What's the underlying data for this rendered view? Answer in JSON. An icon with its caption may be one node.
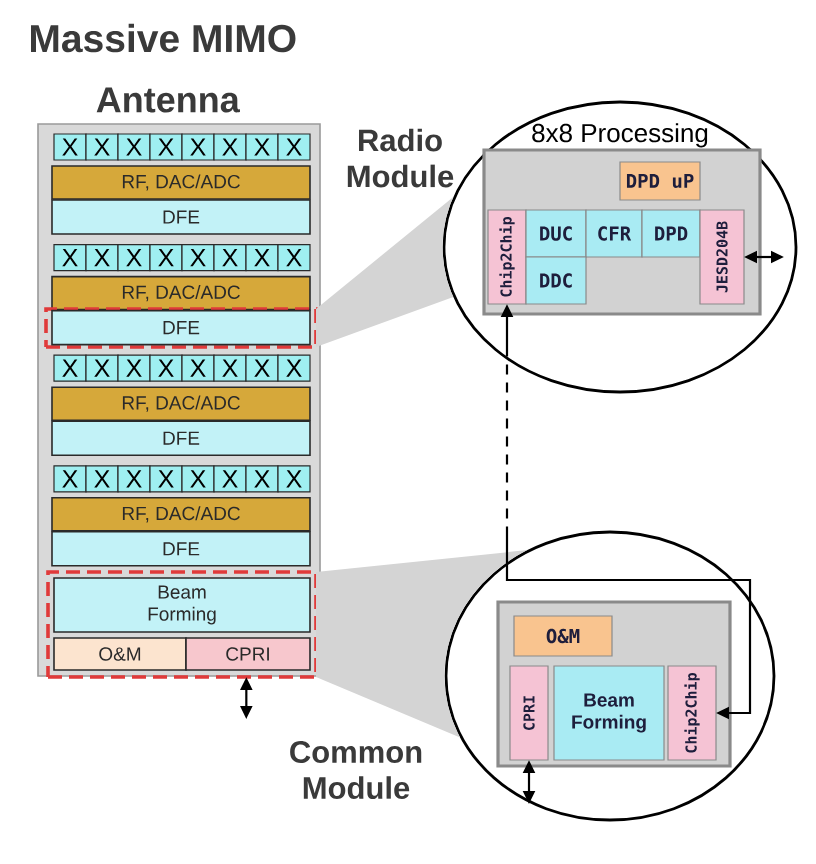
{
  "diagram": {
    "title": "Massive MIMO",
    "nodes": [
      {
        "text": [
          "Antenna"
        ]
      },
      {
        "text": [
          "X"
        ],
        "in": 0
      },
      {
        "text": [
          "X"
        ],
        "in": 0
      },
      {
        "text": [
          "X"
        ],
        "in": 0
      },
      {
        "text": [
          "X"
        ],
        "in": 0
      },
      {
        "text": [
          "X"
        ],
        "in": 0
      },
      {
        "text": [
          "X"
        ],
        "in": 0
      },
      {
        "text": [
          "X"
        ],
        "in": 0
      },
      {
        "text": [
          "X"
        ],
        "in": 0
      },
      {
        "text": [
          "RF, DAC/ADC"
        ],
        "in": 0
      },
      {
        "text": [
          "DFE"
        ],
        "in": 0
      },
      {
        "text": [
          "X"
        ],
        "in": 0
      },
      {
        "text": [
          "X"
        ],
        "in": 0
      },
      {
        "text": [
          "X"
        ],
        "in": 0
      },
      {
        "text": [
          "X"
        ],
        "in": 0
      },
      {
        "text": [
          "X"
        ],
        "in": 0
      },
      {
        "text": [
          "X"
        ],
        "in": 0
      },
      {
        "text": [
          "X"
        ],
        "in": 0
      },
      {
        "text": [
          "X"
        ],
        "in": 0
      },
      {
        "text": [
          "RF, DAC/ADC"
        ],
        "in": 0
      },
      {
        "text": [],
        "shape": "box",
        "in": 0
      },
      {
        "text": [
          "DFE"
        ],
        "in": 20
      },
      {
        "text": [
          "X"
        ],
        "in": 0
      },
      {
        "text": [
          "X"
        ],
        "in": 0
      },
      {
        "text": [
          "X"
        ],
        "in": 0
      },
      {
        "text": [
          "X"
        ],
        "in": 0
      },
      {
        "text": [
          "X"
        ],
        "in": 0
      },
      {
        "text": [
          "X"
        ],
        "in": 0
      },
      {
        "text": [
          "X"
        ],
        "in": 0
      },
      {
        "text": [
          "X"
        ],
        "in": 0
      },
      {
        "text": [
          "RF, DAC/ADC"
        ],
        "in": 0
      },
      {
        "text": [
          "DFE"
        ],
        "in": 0
      },
      {
        "text": [
          "X"
        ],
        "in": 0
      },
      {
        "text": [
          "X"
        ],
        "in": 0
      },
      {
        "text": [
          "X"
        ],
        "in": 0
      },
      {
        "text": [
          "X"
        ],
        "in": 0
      },
      {
        "text": [
          "X"
        ],
        "in": 0
      },
      {
        "text": [
          "X"
        ],
        "in": 0
      },
      {
        "text": [
          "X"
        ],
        "in": 0
      },
      {
        "text": [
          "X"
        ],
        "in": 0
      },
      {
        "text": [
          "RF, DAC/ADC"
        ],
        "in": 0
      },
      {
        "text": [
          "DFE"
        ],
        "in": 0
      },
      {
        "text": [],
        "shape": "box",
        "in": 0
      },
      {
        "text": [
          "Beam Forming"
        ],
        "in": 42
      },
      {
        "text": [
          "O&M"
        ],
        "in": 42
      },
      {
        "text": [
          "CPRI"
        ],
        "in": 42
      },
      {
        "text": [
          "8x8 Processing"
        ],
        "beside": [
          "Radio Module"
        ]
      },
      {
        "text": [],
        "shape": "box",
        "in": 46
      },
      {
        "text": [
          "DPD uP"
        ],
        "in": 47
      },
      {
        "text": [
          "Chip2Chip"
        ],
        "in": 47
      },
      {
        "text": [
          "DUC"
        ],
        "in": 47
      },
      {
        "text": [
          "CFR"
        ],
        "in": 47
      },
      {
        "text": [
          "DPD"
        ],
        "in": 47
      },
      {
        "text": [
          "JESD204B"
        ],
        "in": 47
      },
      {
        "text": [
          "DDC"
        ],
        "in": 47
      },
      {
        "text": [],
        "shape": "circle",
        "beside": [
          "Common Module"
        ]
      },
      {
        "text": [],
        "shape": "box",
        "in": 55
      },
      {
        "text": [
          "O&M"
        ],
        "in": 56
      },
      {
        "text": [
          "CPRI"
        ],
        "in": 56
      },
      {
        "text": [
          "Beam Forming"
        ],
        "in": 56
      },
      {
        "text": [
          "Chip2Chip"
        ],
        "in": 56
      }
    ],
    "edges": [
      {
        "from": null,
        "to": 42,
        "arrow": "both"
      },
      {
        "from": null,
        "to": 53,
        "arrow": "both"
      },
      {
        "from": 49,
        "to": 60,
        "arrow": "both",
        "style": "dashed"
      },
      {
        "from": null,
        "to": 58,
        "arrow": "both"
      },
      {
        "from": 20,
        "to": 46,
        "arrow": "none",
        "color": "#d4d4d4"
      },
      {
        "from": 42,
        "to": 55,
        "arrow": "none",
        "color": "#d4d4d4"
      }
    ]
  }
}
